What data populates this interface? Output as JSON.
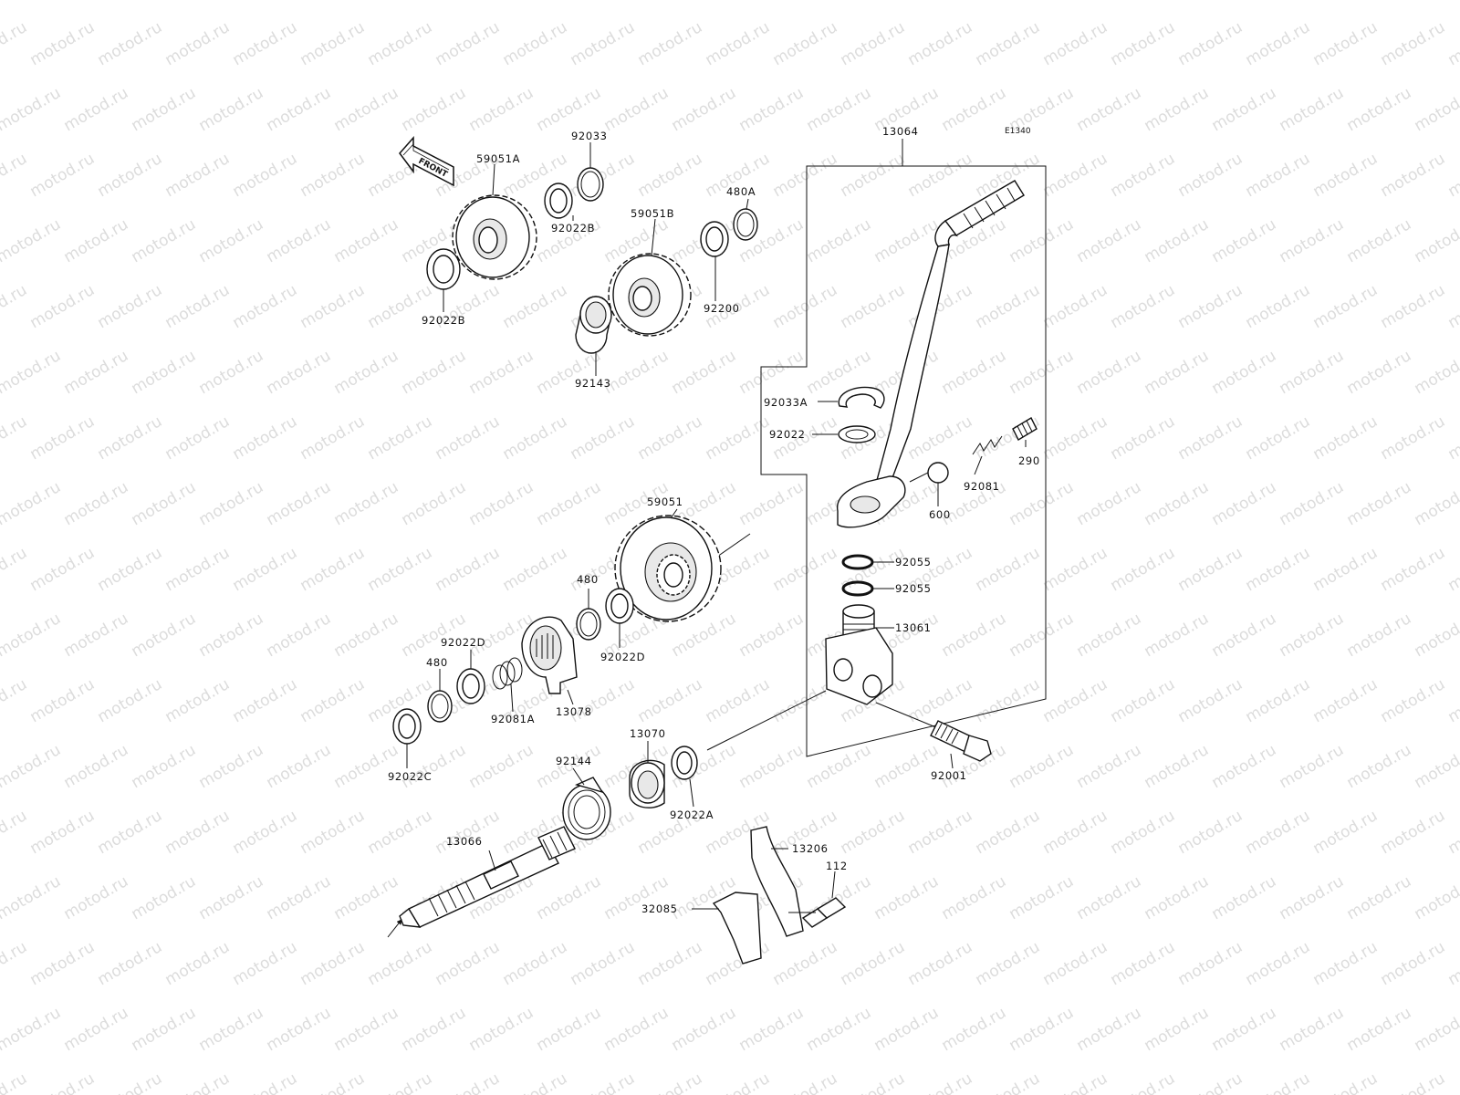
{
  "diagram": {
    "code": "E1340",
    "front_label": "FRONT",
    "watermark": "motod.ru",
    "parts": {
      "p59051A": "59051A",
      "p92033": "92033",
      "p92022B_top": "92022B",
      "p92022B_left": "92022B",
      "p59051B": "59051B",
      "p480A": "480A",
      "p92200": "92200",
      "p92143": "92143",
      "p13064": "13064",
      "p92033A": "92033A",
      "p92022": "92022",
      "p290": "290",
      "p92081": "92081",
      "p600": "600",
      "p59051": "59051",
      "p92055_a": "92055",
      "p92055_b": "92055",
      "p13061": "13061",
      "p480": "480",
      "p92022D_right": "92022D",
      "p92022D_left": "92022D",
      "p480_left": "480",
      "p92081A": "92081A",
      "p13078": "13078",
      "p92022C": "92022C",
      "p13070": "13070",
      "p92144": "92144",
      "p92022A": "92022A",
      "p92001": "92001",
      "p13066": "13066",
      "p13206": "13206",
      "p112": "112",
      "p32085": "32085"
    }
  }
}
